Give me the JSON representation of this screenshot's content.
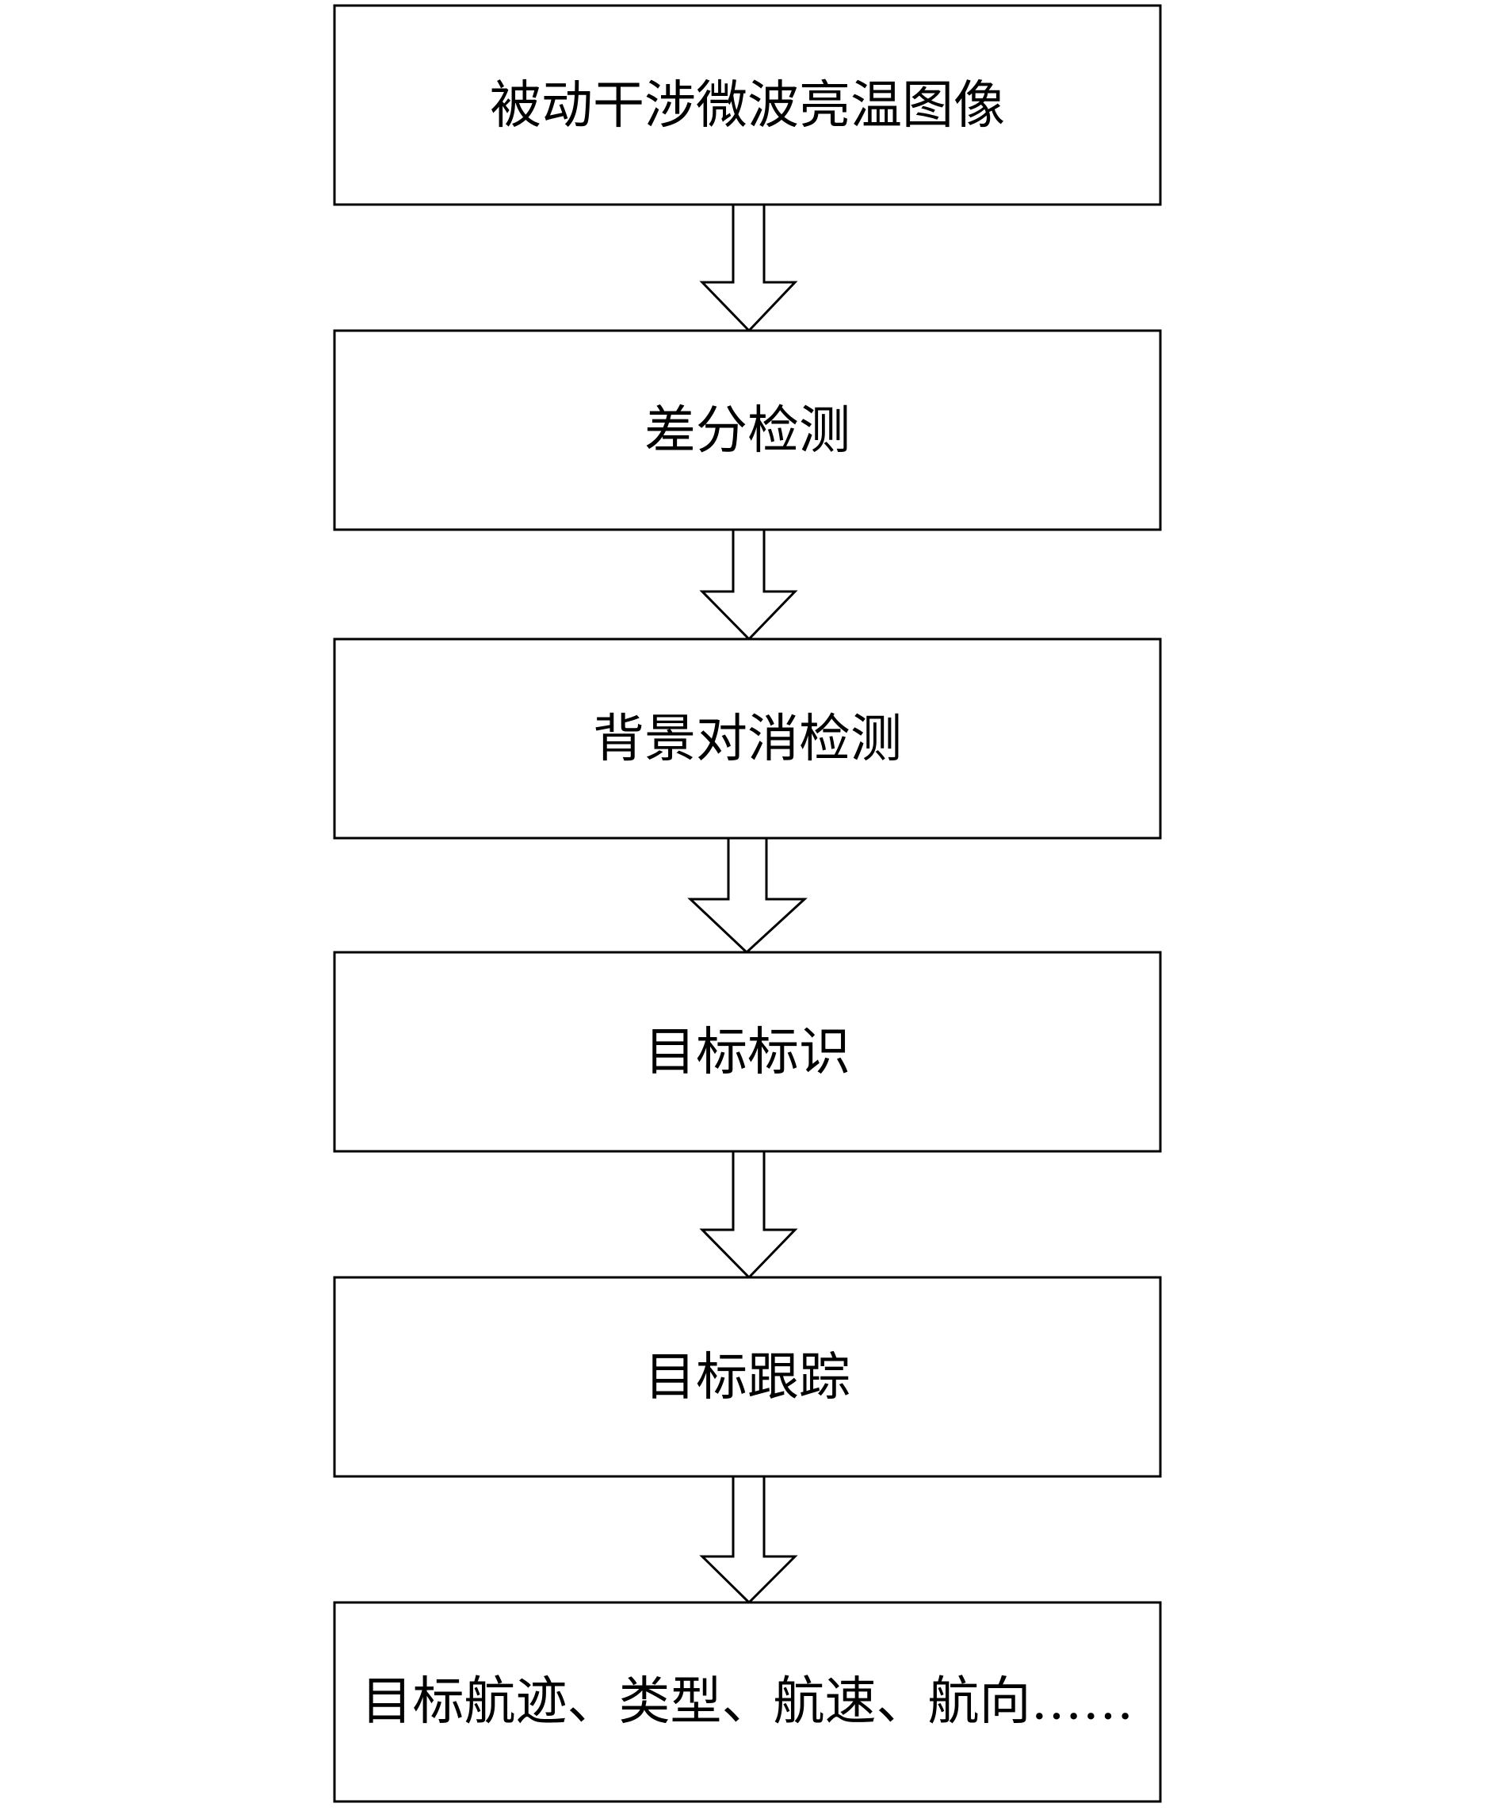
{
  "flowchart": {
    "steps": [
      {
        "label": "被动干涉微波亮温图像"
      },
      {
        "label": "差分检测"
      },
      {
        "label": "背景对消检测"
      },
      {
        "label": "目标标识"
      },
      {
        "label": "目标跟踪"
      },
      {
        "label": "目标航迹、类型、航速、航向……"
      }
    ]
  }
}
